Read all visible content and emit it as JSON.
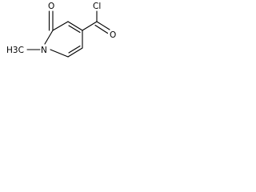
{
  "structure": {
    "atom_labels": {
      "carbonyl_oxygen": "O",
      "ring_nitrogen": "N",
      "methyl_group": "H3C",
      "acyl_chlorine": "Cl",
      "acyl_oxygen": "O"
    }
  }
}
